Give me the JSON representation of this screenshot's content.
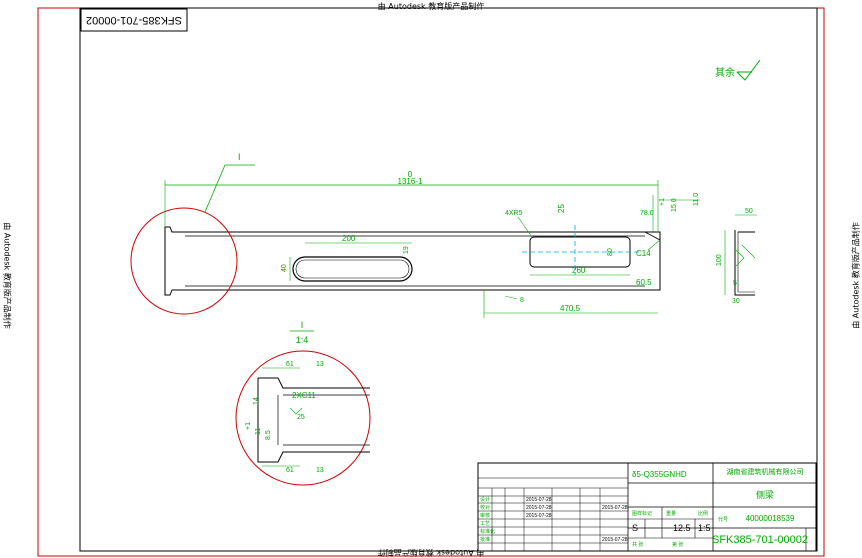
{
  "watermark": {
    "text": "由 Autodesk 教育版产品制作"
  },
  "colors": {
    "frame": "#cc0000",
    "outline": "#000000",
    "dimension": "#00aa00",
    "centerline": "#00aadd",
    "title_text": "#00aa00"
  },
  "drawing": {
    "number_rotated": "SFK385-701-00002",
    "surface_symbol_label": "其余",
    "dims": {
      "overall_tol": "0",
      "overall_length": "1316-1",
      "callout_ref": "I",
      "fillet_note": "4XR5",
      "slot_width": "200",
      "slot_offset": "19",
      "slot_height": "40",
      "cutout_height_label": "25",
      "cutout_width": "260",
      "cutout_depth": "80",
      "right_offset": "60.5",
      "chamfer": "C14",
      "overall_right": "470.5",
      "r_label": "8",
      "tol_plus": "+1",
      "dim_78": "78.0",
      "dim_150": "15.0",
      "dim_110": "11.0",
      "section_50": "50",
      "section_100": "100",
      "section_5": "5",
      "section_30": "30"
    },
    "detail": {
      "ref": "I",
      "scale": "1:4",
      "d1": "61",
      "d2": "13",
      "d3": "2XC11",
      "d4": "25",
      "d5": "14",
      "d6": "8.5",
      "d7": "11",
      "d8": "+1",
      "d9": "61",
      "d10": "13"
    }
  },
  "title_block": {
    "material": "δ5-Q355GNHD",
    "company": "湖南省建筑机械有限公司",
    "part_name": "侧梁",
    "code": "40000018539",
    "drawing_number": "SFK385-701-00002",
    "weight": "12.5",
    "scale": "1:5",
    "stage": "S",
    "dates": [
      "2015-07-28",
      "2015-07-28",
      "2015-07-28",
      "2015-07-28",
      "2015-07-28"
    ],
    "roles": [
      "设计",
      "校对",
      "审核",
      "工艺",
      "标准化",
      "批准"
    ],
    "labels": [
      "图样标记",
      "重量",
      "比例",
      "共 张",
      "第 张",
      "代号"
    ]
  }
}
